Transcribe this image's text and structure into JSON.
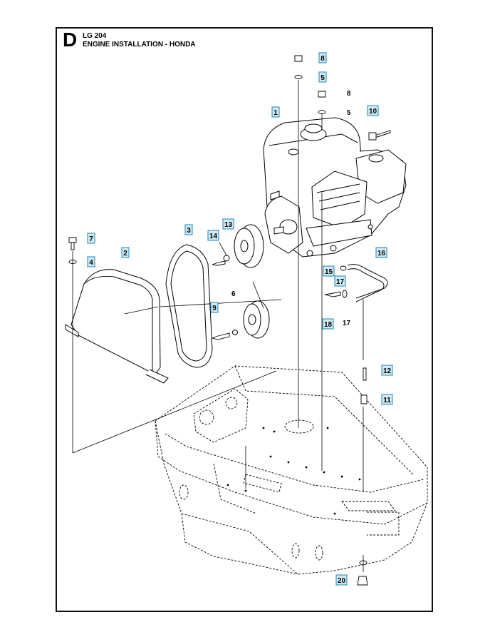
{
  "header": {
    "section_letter": "D",
    "model": "LG 204",
    "title": "ENGINE INSTALLATION - HONDA"
  },
  "colors": {
    "callout_fill": "#cfeaf4",
    "callout_border": "#1d86b6",
    "line": "#000000"
  },
  "callouts": {
    "c1": "1",
    "c2": "2",
    "c3": "3",
    "c4": "4",
    "c5a": "5",
    "c5b": "5",
    "c6": "6",
    "c7": "7",
    "c8a": "8",
    "c8b": "8",
    "c9": "9",
    "c10": "10",
    "c11": "11",
    "c12": "12",
    "c13": "13",
    "c14": "14",
    "c15": "15",
    "c16": "16",
    "c17a": "17",
    "c17b": "17",
    "c18": "18",
    "c20": "20"
  }
}
